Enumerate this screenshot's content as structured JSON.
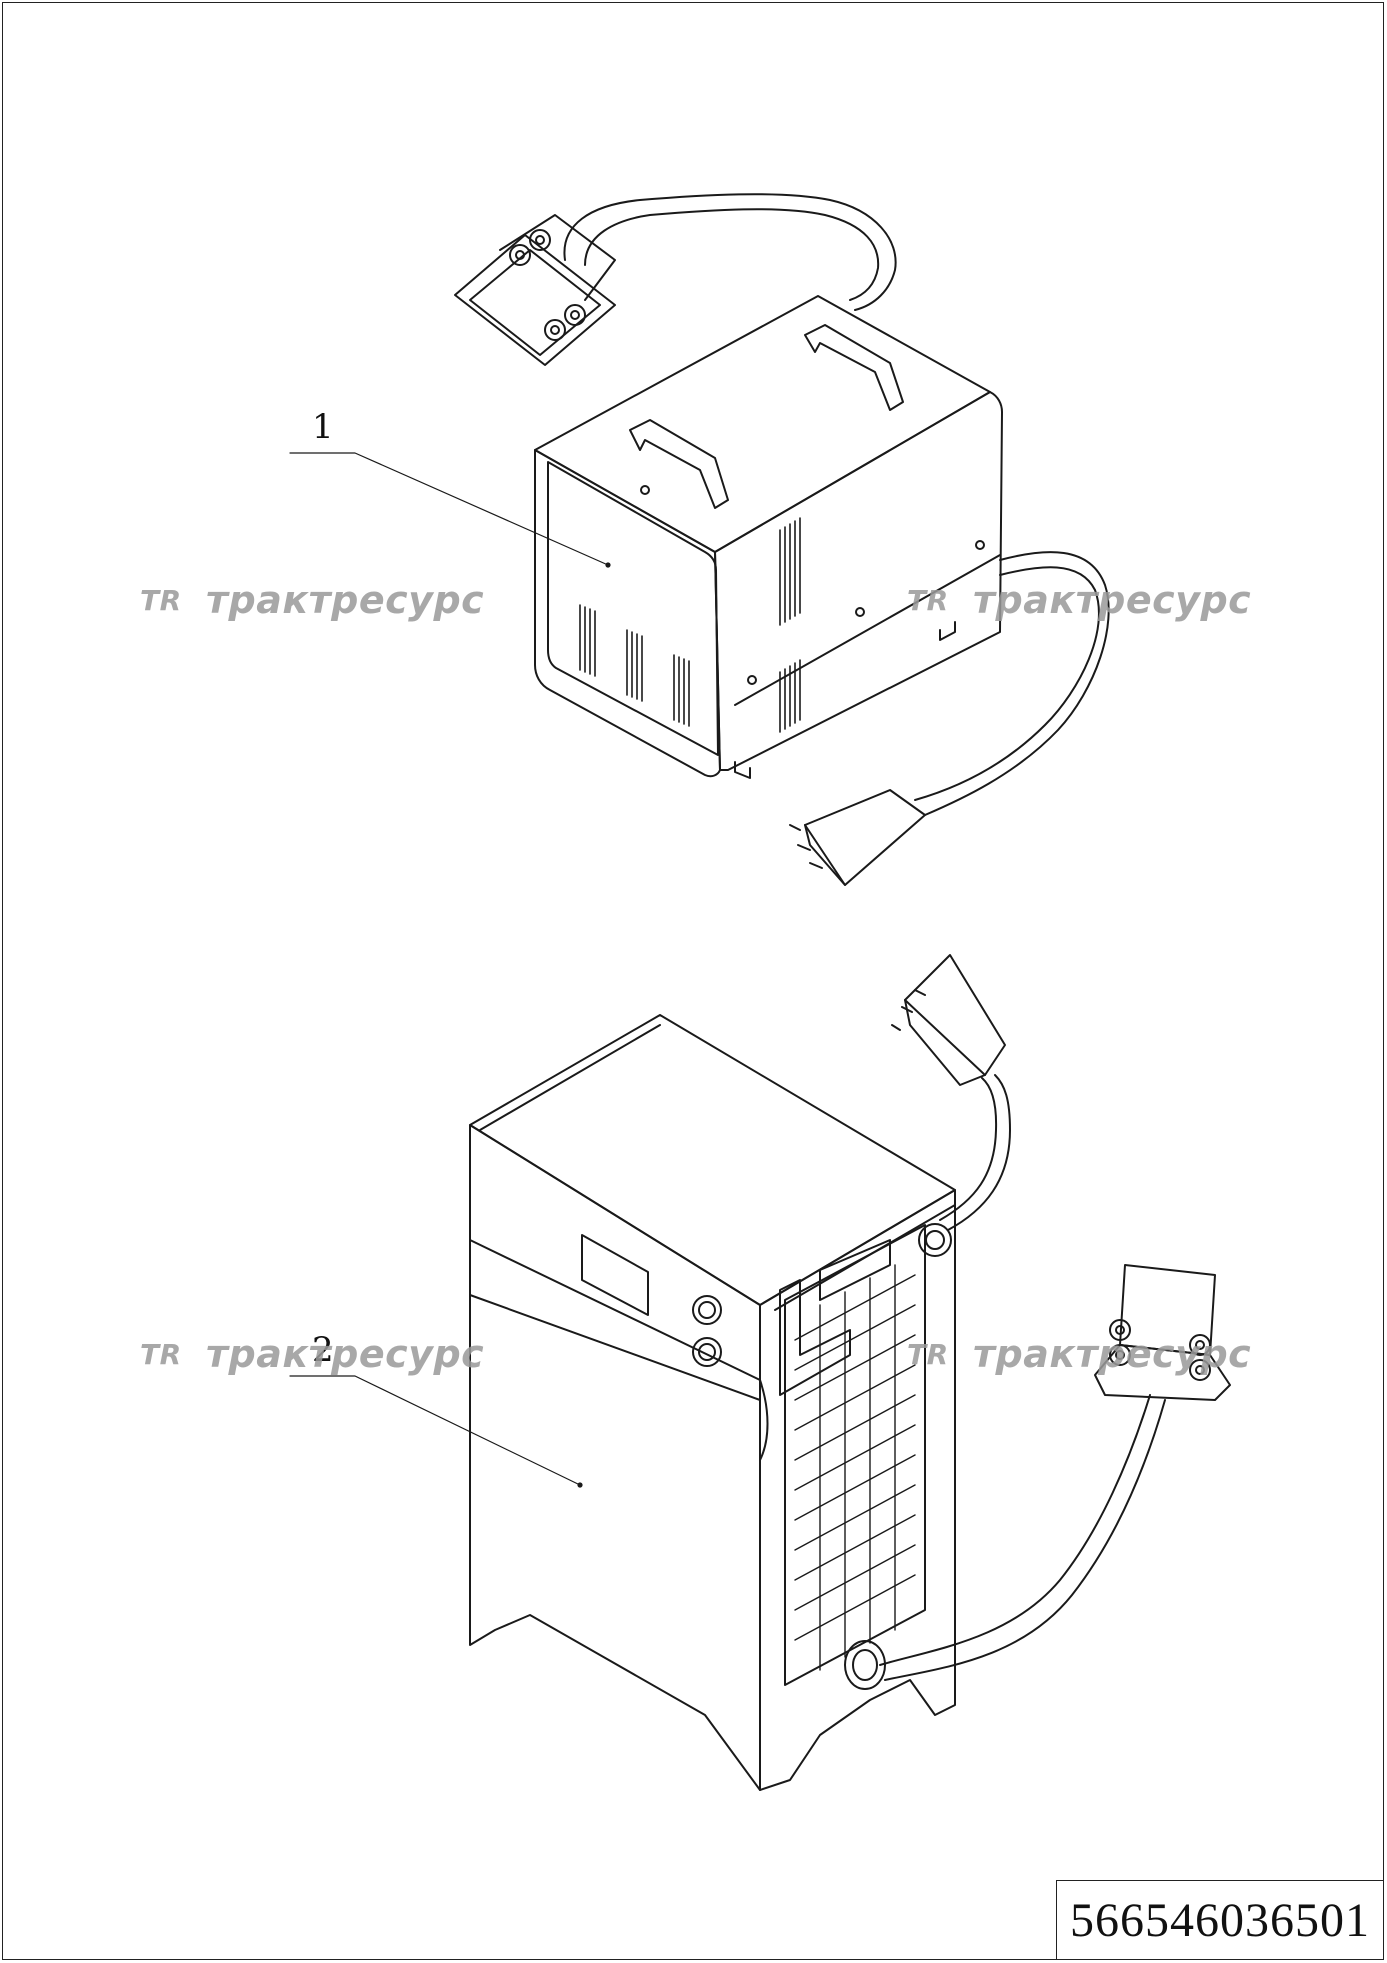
{
  "drawing": {
    "callouts": [
      {
        "label": "1"
      },
      {
        "label": "2"
      }
    ],
    "watermark_text": "трактресурс",
    "watermark_logo": "TR",
    "part_number": "566546036501"
  },
  "colors": {
    "line": "#1a1a1a",
    "watermark": "#9a9a9a",
    "background": "#ffffff"
  }
}
